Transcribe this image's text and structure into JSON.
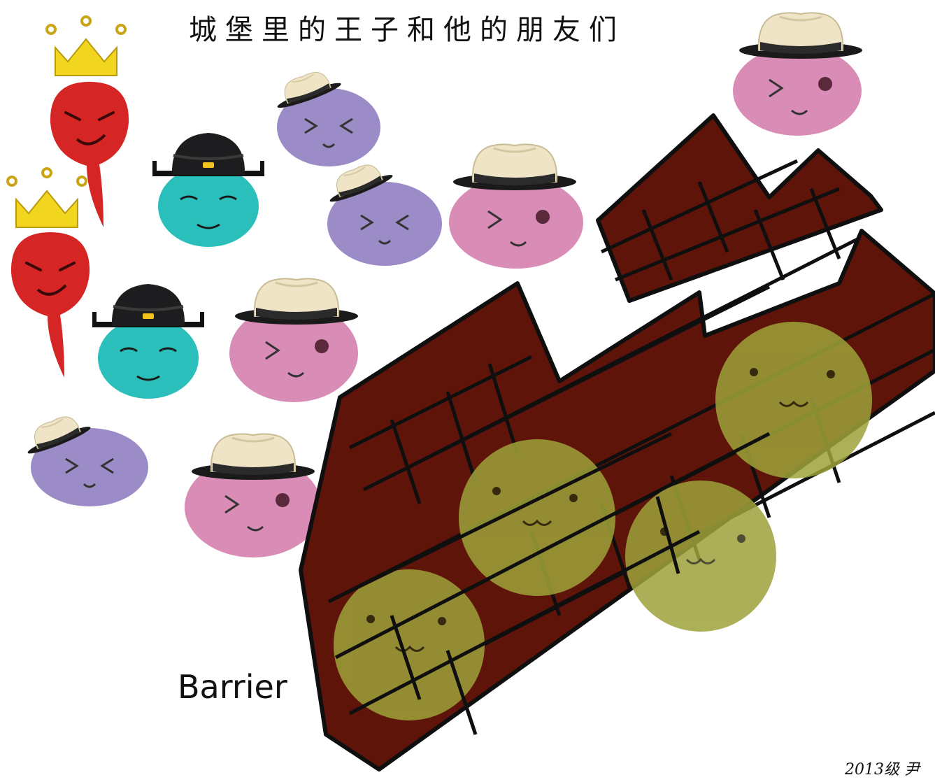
{
  "title": "城堡里的王子和他的朋友们",
  "barrier_label": "Barrier",
  "signature": "2013级 尹",
  "colors": {
    "background": "#ffffff",
    "king_red": "#d52525",
    "crown_yellow": "#f2d51f",
    "guard_teal": "#2bbfbb",
    "guard_hat_black": "#1d1d1f",
    "friend_purple": "#9b8bc6",
    "friend_pink": "#d98cb6",
    "straw_hat": "#efe5c6",
    "hat_band": "#2b2b2b",
    "wall_brown": "#5e1409",
    "mortar": "#0f0f0f",
    "prisoner_olive": "#9ea23a"
  }
}
